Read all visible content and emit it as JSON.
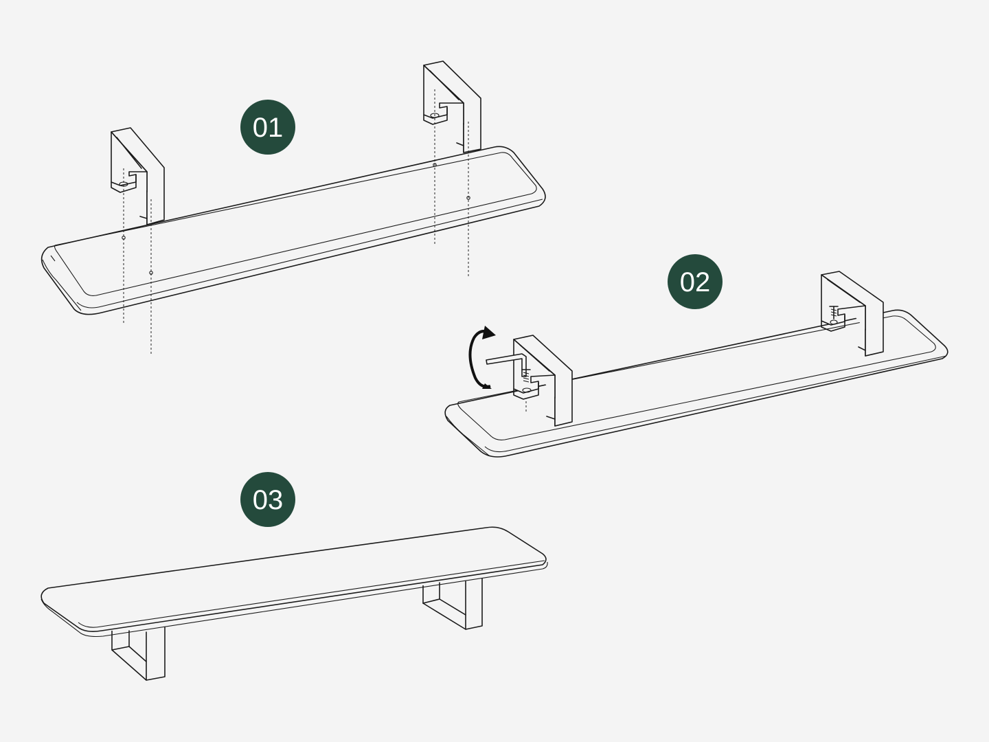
{
  "colors": {
    "background": "#f4f4f4",
    "badge": "#244a3c",
    "badge_text": "#ffffff",
    "line": "#1a1a1a"
  },
  "steps": [
    {
      "number": "01",
      "description": ""
    },
    {
      "number": "02",
      "description": ""
    },
    {
      "number": "03",
      "description": ""
    }
  ],
  "icons": [
    "rotation-arrow-icon",
    "allen-key-icon",
    "screw-icon"
  ]
}
